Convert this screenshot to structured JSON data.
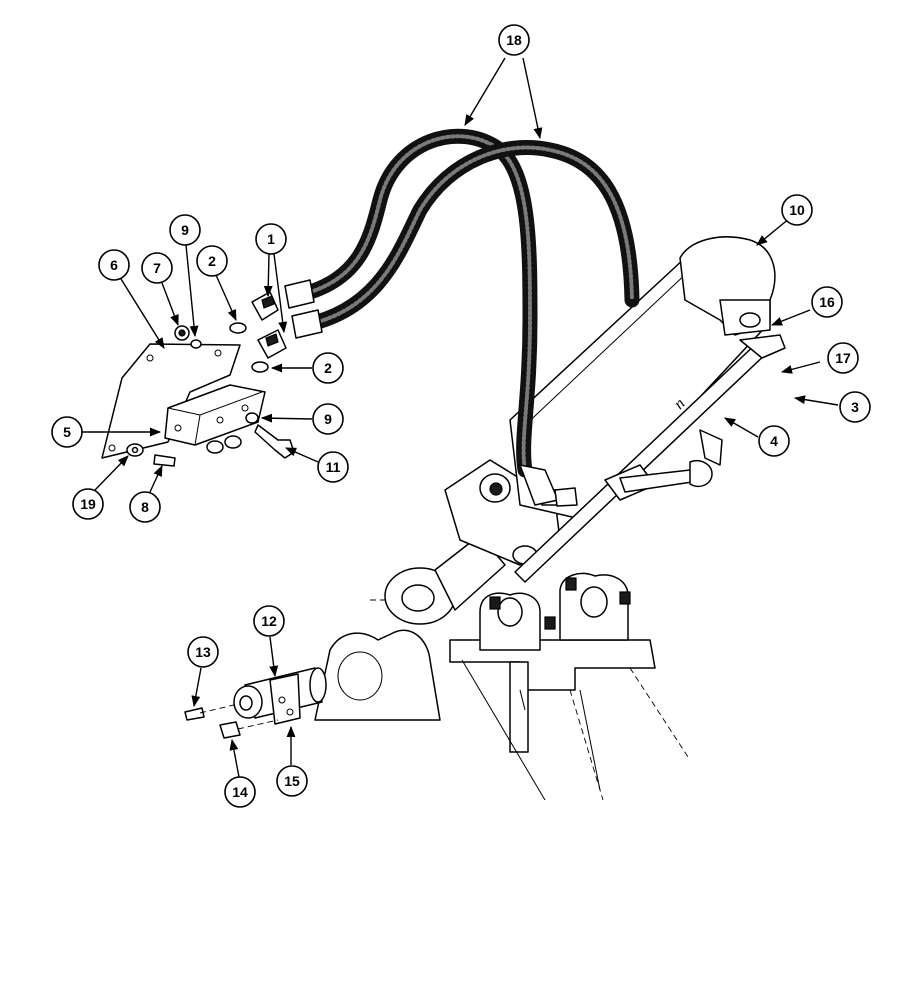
{
  "diagram": {
    "callouts": [
      {
        "id": "c1",
        "label": "1"
      },
      {
        "id": "c2a",
        "label": "2"
      },
      {
        "id": "c2b",
        "label": "2"
      },
      {
        "id": "c3",
        "label": "3"
      },
      {
        "id": "c4",
        "label": "4"
      },
      {
        "id": "c5",
        "label": "5"
      },
      {
        "id": "c6",
        "label": "6"
      },
      {
        "id": "c7",
        "label": "7"
      },
      {
        "id": "c8",
        "label": "8"
      },
      {
        "id": "c9a",
        "label": "9"
      },
      {
        "id": "c9b",
        "label": "9"
      },
      {
        "id": "c10",
        "label": "10"
      },
      {
        "id": "c11",
        "label": "11"
      },
      {
        "id": "c12",
        "label": "12"
      },
      {
        "id": "c13",
        "label": "13"
      },
      {
        "id": "c14",
        "label": "14"
      },
      {
        "id": "c15",
        "label": "15"
      },
      {
        "id": "c16",
        "label": "16"
      },
      {
        "id": "c17",
        "label": "17"
      },
      {
        "id": "c18",
        "label": "18"
      },
      {
        "id": "c19",
        "label": "19"
      }
    ]
  }
}
